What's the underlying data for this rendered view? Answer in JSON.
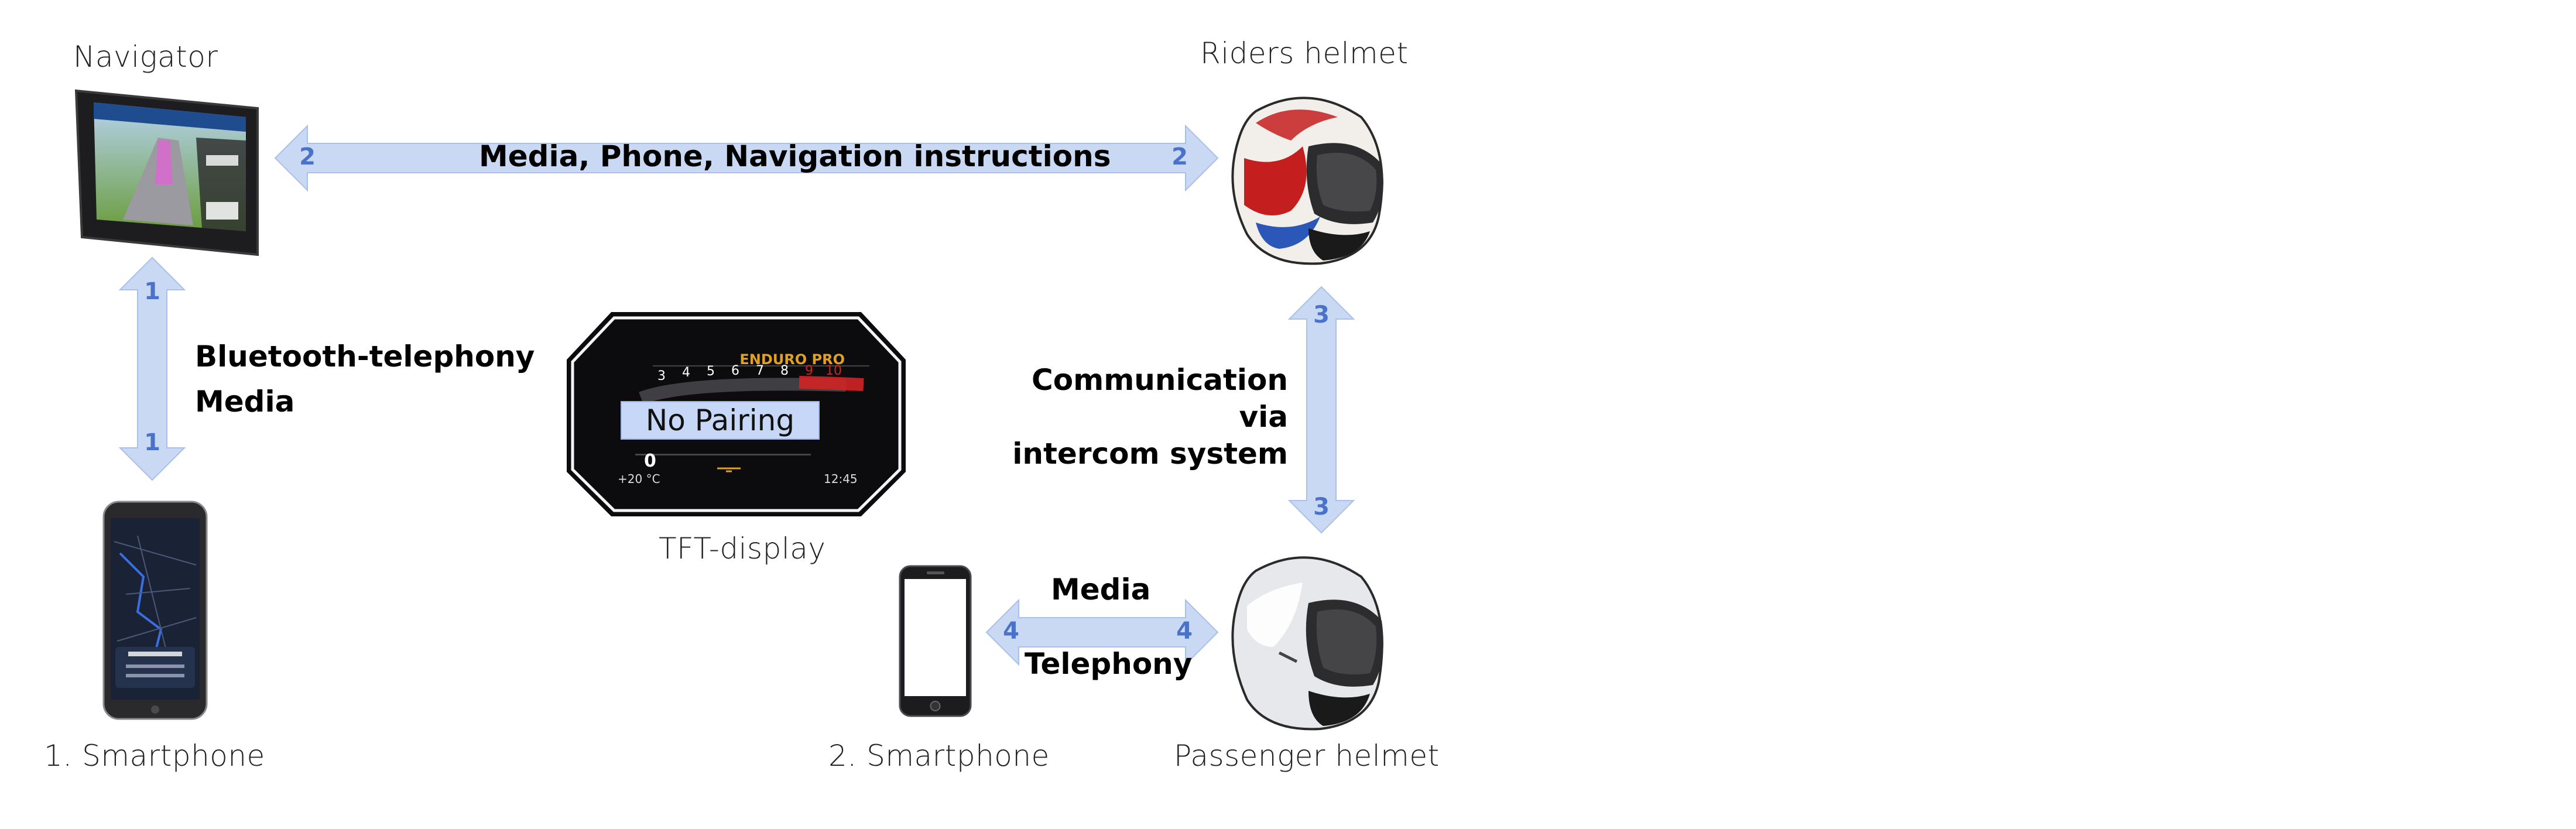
{
  "devices": {
    "navigator": "Navigator",
    "riders_helmet": "Riders helmet",
    "smartphone1": "1. Smartphone",
    "tft_display": "TFT-display",
    "smartphone2": "2. Smartphone",
    "passenger_helmet": "Passenger helmet"
  },
  "links": {
    "nav_helmet": {
      "number": "2",
      "label": "Media, Phone, Navigation instructions"
    },
    "nav_phone": {
      "number": "1",
      "line1": "Bluetooth-telephony",
      "line2": "Media"
    },
    "helmets": {
      "number": "3",
      "line1": "Communication",
      "line2": "via",
      "line3": "intercom system"
    },
    "phone2_passenger": {
      "number": "4",
      "line1": "Media",
      "line2": "Telephony"
    }
  },
  "tft": {
    "status": "No Pairing",
    "mode": "ENDURO PRO",
    "temperature": "+20 °C",
    "time": "12:45",
    "gear": "0",
    "rpm_ticks": [
      "3",
      "4",
      "5",
      "6",
      "7",
      "8",
      "9",
      "10"
    ]
  },
  "colors": {
    "arrow_fill": "#c9d9f3",
    "arrow_stroke": "#a9c1ea",
    "number": "#4a72c8",
    "tft_highlight": "#c7d7f7",
    "redline": "#d22323",
    "enduro": "#e0a020"
  }
}
